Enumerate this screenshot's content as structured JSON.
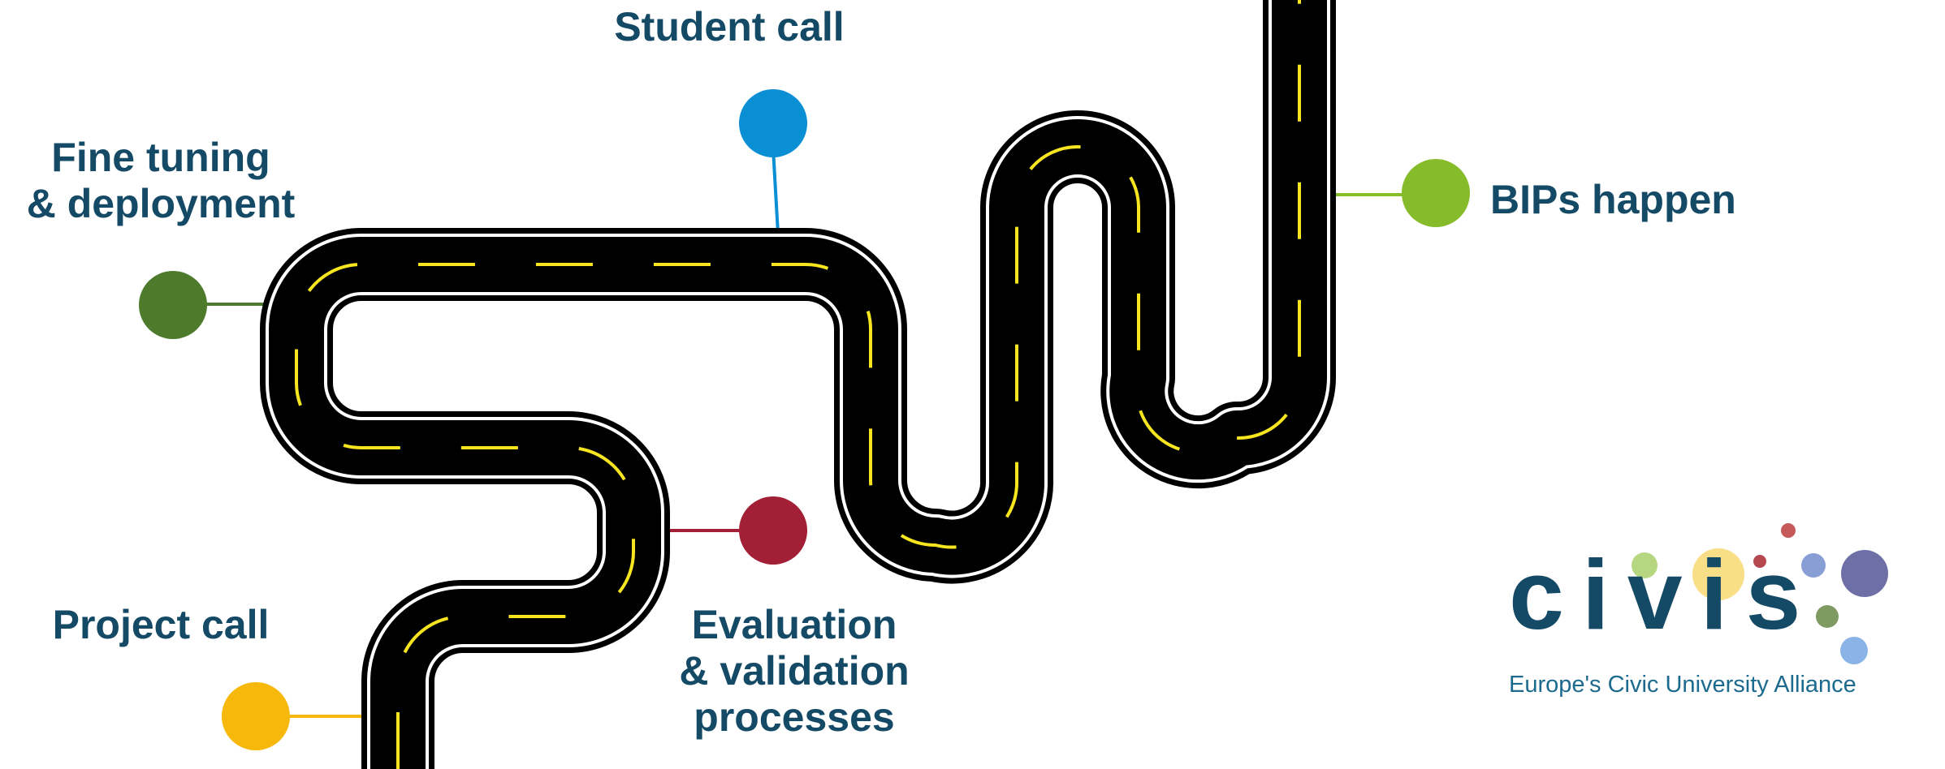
{
  "milestones": {
    "student_call": {
      "label": "Student call",
      "color": "#0a8fd4"
    },
    "fine_tuning": {
      "line1": "Fine tuning",
      "line2": "& deployment",
      "color": "#4e7a2b"
    },
    "bips": {
      "label": "BIPs happen",
      "color": "#86bb2a"
    },
    "evaluation": {
      "line1": "Evaluation",
      "line2": "& validation",
      "line3": "processes",
      "color": "#a31f36"
    },
    "project_call": {
      "label": "Project call",
      "color": "#f6b80a"
    }
  },
  "road": {
    "asphalt_color": "#000000",
    "edge_color": "#ffffff",
    "dash_color": "#f6e51f"
  },
  "logo": {
    "wordmark": "civis",
    "tagline": "Europe's Civic University Alliance",
    "brand_color": "#144a66"
  }
}
